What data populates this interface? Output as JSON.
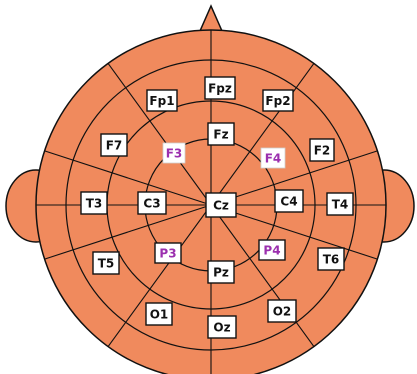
{
  "colors": {
    "head_fill": "#f08a5d",
    "outline": "#111111",
    "box_fill": "#ffffff",
    "box_stroke": "#111111",
    "primary_text": "#111111",
    "accent_text": "#9b2fae"
  },
  "electrodes": [
    {
      "id": "fpz",
      "label": "Fpz",
      "accent": false
    },
    {
      "id": "fp1",
      "label": "Fp1",
      "accent": false
    },
    {
      "id": "fp2",
      "label": "Fp2",
      "accent": false
    },
    {
      "id": "f7",
      "label": "F7",
      "accent": false
    },
    {
      "id": "f3",
      "label": "F3",
      "accent": true
    },
    {
      "id": "fz",
      "label": "Fz",
      "accent": false
    },
    {
      "id": "f4",
      "label": "F4",
      "accent": true
    },
    {
      "id": "f2",
      "label": "F2",
      "accent": false
    },
    {
      "id": "t3",
      "label": "T3",
      "accent": false
    },
    {
      "id": "c3",
      "label": "C3",
      "accent": false
    },
    {
      "id": "cz",
      "label": "Cz",
      "accent": false
    },
    {
      "id": "c4",
      "label": "C4",
      "accent": false
    },
    {
      "id": "t4",
      "label": "T4",
      "accent": false
    },
    {
      "id": "t5",
      "label": "T5",
      "accent": false
    },
    {
      "id": "p3",
      "label": "P3",
      "accent": true
    },
    {
      "id": "pz",
      "label": "Pz",
      "accent": false
    },
    {
      "id": "p4",
      "label": "P4",
      "accent": true
    },
    {
      "id": "t6",
      "label": "T6",
      "accent": false
    },
    {
      "id": "o1",
      "label": "O1",
      "accent": false
    },
    {
      "id": "oz",
      "label": "Oz",
      "accent": false
    },
    {
      "id": "o2",
      "label": "O2",
      "accent": false
    }
  ]
}
